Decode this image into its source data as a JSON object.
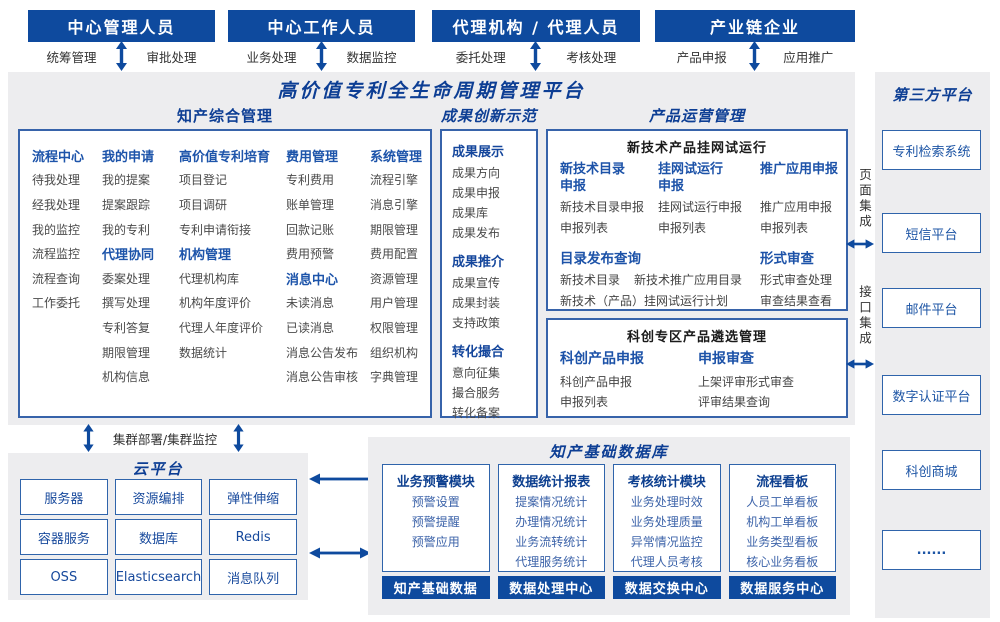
{
  "colors": {
    "navy": "#0e4a9e",
    "title_blue": "#0d3e94",
    "box_border": "#3763aa",
    "panel_bg": "#ededef",
    "header_blue": "#1d54aa",
    "item_gray": "#4a4a4a",
    "kb_item_blue": "#3c63a9"
  },
  "roles": [
    {
      "title": "中心管理人员",
      "functions": [
        "统筹管理",
        "审批处理"
      ]
    },
    {
      "title": "中心工作人员",
      "functions": [
        "业务处理",
        "数据监控"
      ]
    },
    {
      "title": "代理机构 / 代理人员",
      "functions": [
        "委托处理",
        "考核处理"
      ]
    },
    {
      "title": "产业链企业",
      "functions": [
        "产品申报",
        "应用推广"
      ]
    }
  ],
  "platform_title": "高价值专利全生命周期管理平台",
  "ip": {
    "title": "知产综合管理",
    "columns": [
      {
        "entries": [
          {
            "h": true,
            "t": "流程中心"
          },
          {
            "t": "待我处理"
          },
          {
            "t": "经我处理"
          },
          {
            "t": "我的监控"
          },
          {
            "t": "流程监控"
          },
          {
            "t": "流程查询"
          },
          {
            "t": "工作委托"
          }
        ]
      },
      {
        "entries": [
          {
            "h": true,
            "t": "我的申请"
          },
          {
            "t": "我的提案"
          },
          {
            "t": "提案跟踪"
          },
          {
            "t": "我的专利"
          },
          {
            "h": true,
            "t": "代理协同"
          },
          {
            "t": "委案处理"
          },
          {
            "t": "撰写处理"
          },
          {
            "t": "专利答复"
          },
          {
            "t": "期限管理"
          },
          {
            "t": "机构信息"
          }
        ]
      },
      {
        "entries": [
          {
            "h": true,
            "t": "高价值专利培育"
          },
          {
            "t": "项目登记"
          },
          {
            "t": "项目调研"
          },
          {
            "t": "专利申请衔接"
          },
          {
            "h": true,
            "t": "机构管理"
          },
          {
            "t": "代理机构库"
          },
          {
            "t": "机构年度评价"
          },
          {
            "t": "代理人年度评价"
          },
          {
            "t": "数据统计"
          }
        ]
      },
      {
        "entries": [
          {
            "h": true,
            "t": "费用管理"
          },
          {
            "t": "专利费用"
          },
          {
            "t": "账单管理"
          },
          {
            "t": "回款记账"
          },
          {
            "t": "费用预警"
          },
          {
            "h": true,
            "t": "消息中心"
          },
          {
            "t": "未读消息"
          },
          {
            "t": "已读消息"
          },
          {
            "t": "消息公告发布"
          },
          {
            "t": "消息公告审核"
          }
        ]
      },
      {
        "entries": [
          {
            "h": true,
            "t": "系统管理"
          },
          {
            "t": "流程引擎"
          },
          {
            "t": "消息引擎"
          },
          {
            "t": "期限管理"
          },
          {
            "t": "费用配置"
          },
          {
            "t": "资源管理"
          },
          {
            "t": "用户管理"
          },
          {
            "t": "权限管理"
          },
          {
            "t": "组织机构"
          },
          {
            "t": "字典管理"
          }
        ]
      }
    ]
  },
  "achv": {
    "title": "成果创新示范",
    "groups": [
      {
        "header": "成果展示",
        "items": [
          "成果方向",
          "成果申报",
          "成果库",
          "成果发布"
        ]
      },
      {
        "header": "成果推介",
        "items": [
          "成果宣传",
          "成果封装",
          "支持政策"
        ]
      },
      {
        "header": "转化撮合",
        "items": [
          "意向征集",
          "撮合服务",
          "转化备案"
        ]
      }
    ]
  },
  "pops": {
    "title": "产品运营管理",
    "box1": {
      "title": "新技术产品挂网试运行",
      "cols": [
        {
          "header": "新技术目录申报",
          "items": [
            "新技术目录申报",
            "申报列表"
          ]
        },
        {
          "header": "挂网试运行申报",
          "items": [
            "挂网试运行申报",
            "申报列表"
          ]
        },
        {
          "header": "推广应用申报",
          "items": [
            "推广应用申报",
            "申报列表"
          ]
        }
      ],
      "catalog": {
        "header": "目录发布查询",
        "row1": [
          "新技术目录",
          "新技术推广应用目录"
        ],
        "row2": "新技术（产品）挂网试运行计划"
      },
      "review": {
        "header": "形式审查",
        "items": [
          "形式审查处理",
          "审查结果查看"
        ]
      }
    },
    "box2": {
      "title": "科创专区产品遴选管理",
      "cols": [
        {
          "header": "科创产品申报",
          "items": [
            "科创产品申报",
            "申报列表"
          ]
        },
        {
          "header": "申报审查",
          "items": [
            "上架评审形式审查",
            "评审结果查询"
          ]
        }
      ]
    }
  },
  "cluster_label": "集群部署/集群监控",
  "cloud": {
    "title": "云平台",
    "services": [
      "服务器",
      "资源编排",
      "弹性伸缩",
      "容器服务",
      "数据库",
      "Redis",
      "OSS",
      "Elasticsearch",
      "消息队列"
    ]
  },
  "kb": {
    "title": "知产基础数据库",
    "modules": [
      {
        "header": "业务预警模块",
        "items": [
          "预警设置",
          "预警提醒",
          "预警应用"
        ],
        "button": "知产基础数据"
      },
      {
        "header": "数据统计报表",
        "items": [
          "提案情况统计",
          "办理情况统计",
          "业务流转统计",
          "代理服务统计"
        ],
        "button": "数据处理中心"
      },
      {
        "header": "考核统计模块",
        "items": [
          "业务处理时效",
          "业务处理质量",
          "异常情况监控",
          "代理人员考核"
        ],
        "button": "数据交换中心"
      },
      {
        "header": "流程看板",
        "items": [
          "人员工单看板",
          "机构工单看板",
          "业务类型看板",
          "核心业务看板"
        ],
        "button": "数据服务中心"
      }
    ]
  },
  "tp": {
    "title": "第三方平台",
    "systems": [
      "专利检索系统",
      "短信平台",
      "邮件平台",
      "数字认证平台",
      "科创商城",
      "......"
    ],
    "integrations": [
      "页面集成",
      "接口集成"
    ]
  }
}
